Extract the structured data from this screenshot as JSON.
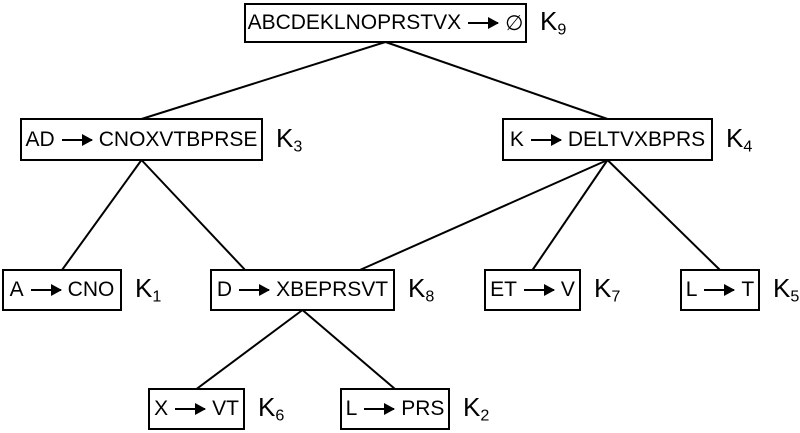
{
  "diagram": {
    "background_color": "#ffffff",
    "stroke_color": "#000000",
    "nodes": [
      {
        "id": "K9",
        "lhs": "ABCDEKLNOPRSTVX",
        "rhs": "∅",
        "label": "K",
        "sub": "9"
      },
      {
        "id": "K3",
        "lhs": "AD",
        "rhs": "CNOXVTBPRSE",
        "label": "K",
        "sub": "3"
      },
      {
        "id": "K4",
        "lhs": "K",
        "rhs": "DELTVXBPRS",
        "label": "K",
        "sub": "4"
      },
      {
        "id": "K1",
        "lhs": "A",
        "rhs": "CNO",
        "label": "K",
        "sub": "1"
      },
      {
        "id": "K8",
        "lhs": "D",
        "rhs": "XBEPRSVT",
        "label": "K",
        "sub": "8"
      },
      {
        "id": "K7",
        "lhs": "ET",
        "rhs": "V",
        "label": "K",
        "sub": "7"
      },
      {
        "id": "K5",
        "lhs": "L",
        "rhs": "T",
        "label": "K",
        "sub": "5"
      },
      {
        "id": "K6",
        "lhs": "X",
        "rhs": "VT",
        "label": "K",
        "sub": "6"
      },
      {
        "id": "K2",
        "lhs": "L",
        "rhs": "PRS",
        "label": "K",
        "sub": "2"
      }
    ],
    "edges": [
      {
        "from": "K9",
        "to": "K3"
      },
      {
        "from": "K9",
        "to": "K4"
      },
      {
        "from": "K3",
        "to": "K1"
      },
      {
        "from": "K3",
        "to": "K8"
      },
      {
        "from": "K4",
        "to": "K8"
      },
      {
        "from": "K4",
        "to": "K7"
      },
      {
        "from": "K4",
        "to": "K5"
      },
      {
        "from": "K8",
        "to": "K6"
      },
      {
        "from": "K8",
        "to": "K2"
      }
    ]
  }
}
